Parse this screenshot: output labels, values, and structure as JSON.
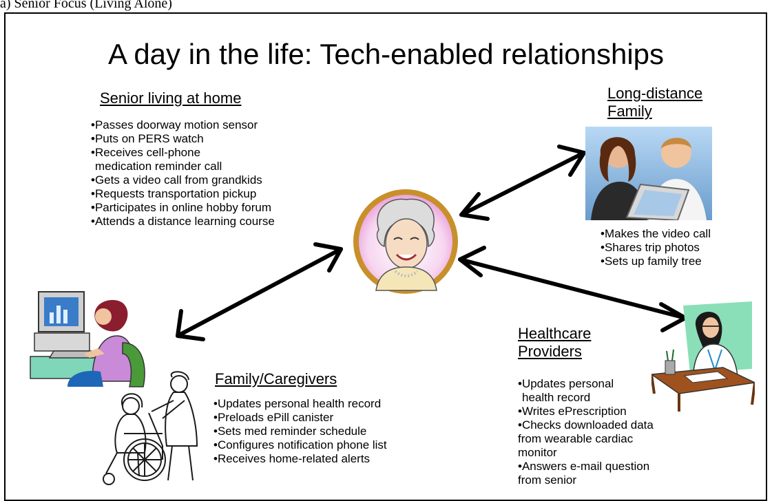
{
  "caption": "a) Senior Focus (Living Alone)",
  "title": "A day in the life: Tech-enabled relationships",
  "senior": {
    "heading": "Senior living at home",
    "items": [
      "Passes doorway motion sensor",
      "Puts on PERS watch",
      "Receives cell-phone",
      " medication reminder call",
      "Gets a video call from grandkids",
      "Requests transportation pickup",
      "Participates in online hobby forum",
      "Attends a distance learning course"
    ]
  },
  "family": {
    "heading_line1": "Long-distance",
    "heading_line2": "Family",
    "items": [
      "Makes the video call",
      "Shares trip photos",
      "Sets up family tree"
    ]
  },
  "caregivers": {
    "heading": "Family/Caregivers",
    "items": [
      "Updates personal health record",
      "Preloads ePill canister",
      "Sets med reminder schedule",
      "Configures notification phone list",
      "Receives home-related alerts"
    ]
  },
  "healthcare": {
    "heading_line1": "Healthcare",
    "heading_line2": "Providers",
    "items": [
      "Updates personal",
      " health record",
      "Writes ePrescription",
      "Checks downloaded data",
      "from wearable cardiac",
      "monitor",
      "Answers e-mail question",
      "from senior"
    ]
  },
  "colors": {
    "ring": "#c8902a",
    "arrow": "#000000",
    "sky": "#8ab8e0",
    "teal": "#7fd6b8"
  }
}
